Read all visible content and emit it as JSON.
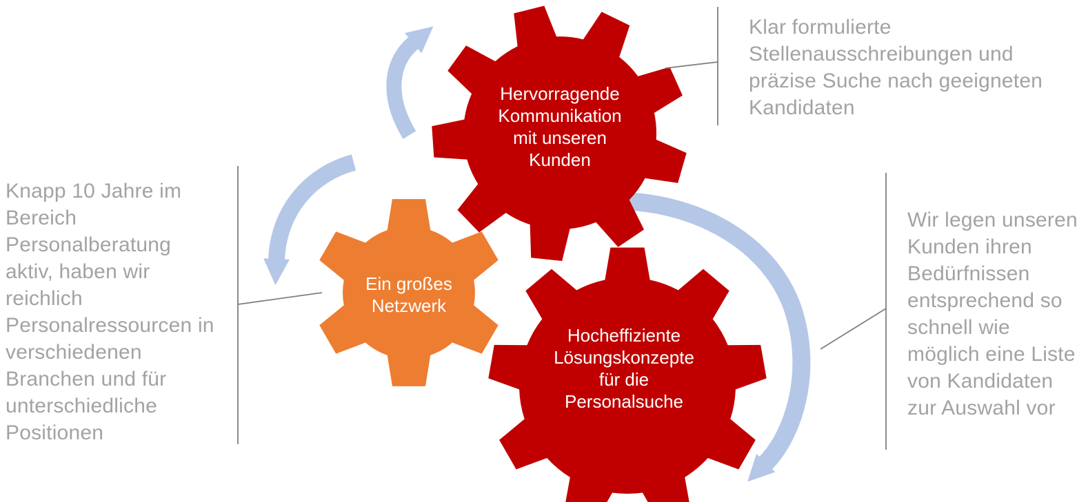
{
  "diagram": {
    "type": "gear-smartart",
    "gears": [
      {
        "id": "communication",
        "label": "Hervorragende\nKommunikation\nmit unseren\nKunden",
        "color_key": "gear_red"
      },
      {
        "id": "network",
        "label": "Ein großes\nNetzwerk",
        "color_key": "gear_orange"
      },
      {
        "id": "solutions",
        "label": "Hocheffiziente\nLösungskonzepte\nfür die\nPersonalsuche",
        "color_key": "gear_red"
      }
    ],
    "annotations": {
      "left": "Knapp 10 Jahre im\nBereich\nPersonalberatung\naktiv, haben wir\nreichlich\nPersonalressourcen in\nverschiedenen\nBranchen und für\nunterschiedliche\nPositionen",
      "top_right": "Klar formulierte\nStellenausschreibungen und\npräzise Suche nach geeigneten\nKandidaten",
      "right": "Wir legen unseren\nKunden ihren\nBedürfnissen\nentsprechend so\nschnell wie\nmöglich eine Liste\nvon Kandidaten\nzur Auswahl vor"
    }
  },
  "colors": {
    "gear_red": "#C00000",
    "gear_orange": "#ED7D31",
    "arrow_blue": "#B4C7E7",
    "annotation_text": "#A3A3A3",
    "connector_line": "#7F7F7F",
    "gear_label_text": "#FFFFFF",
    "background": "#FFFFFF"
  }
}
